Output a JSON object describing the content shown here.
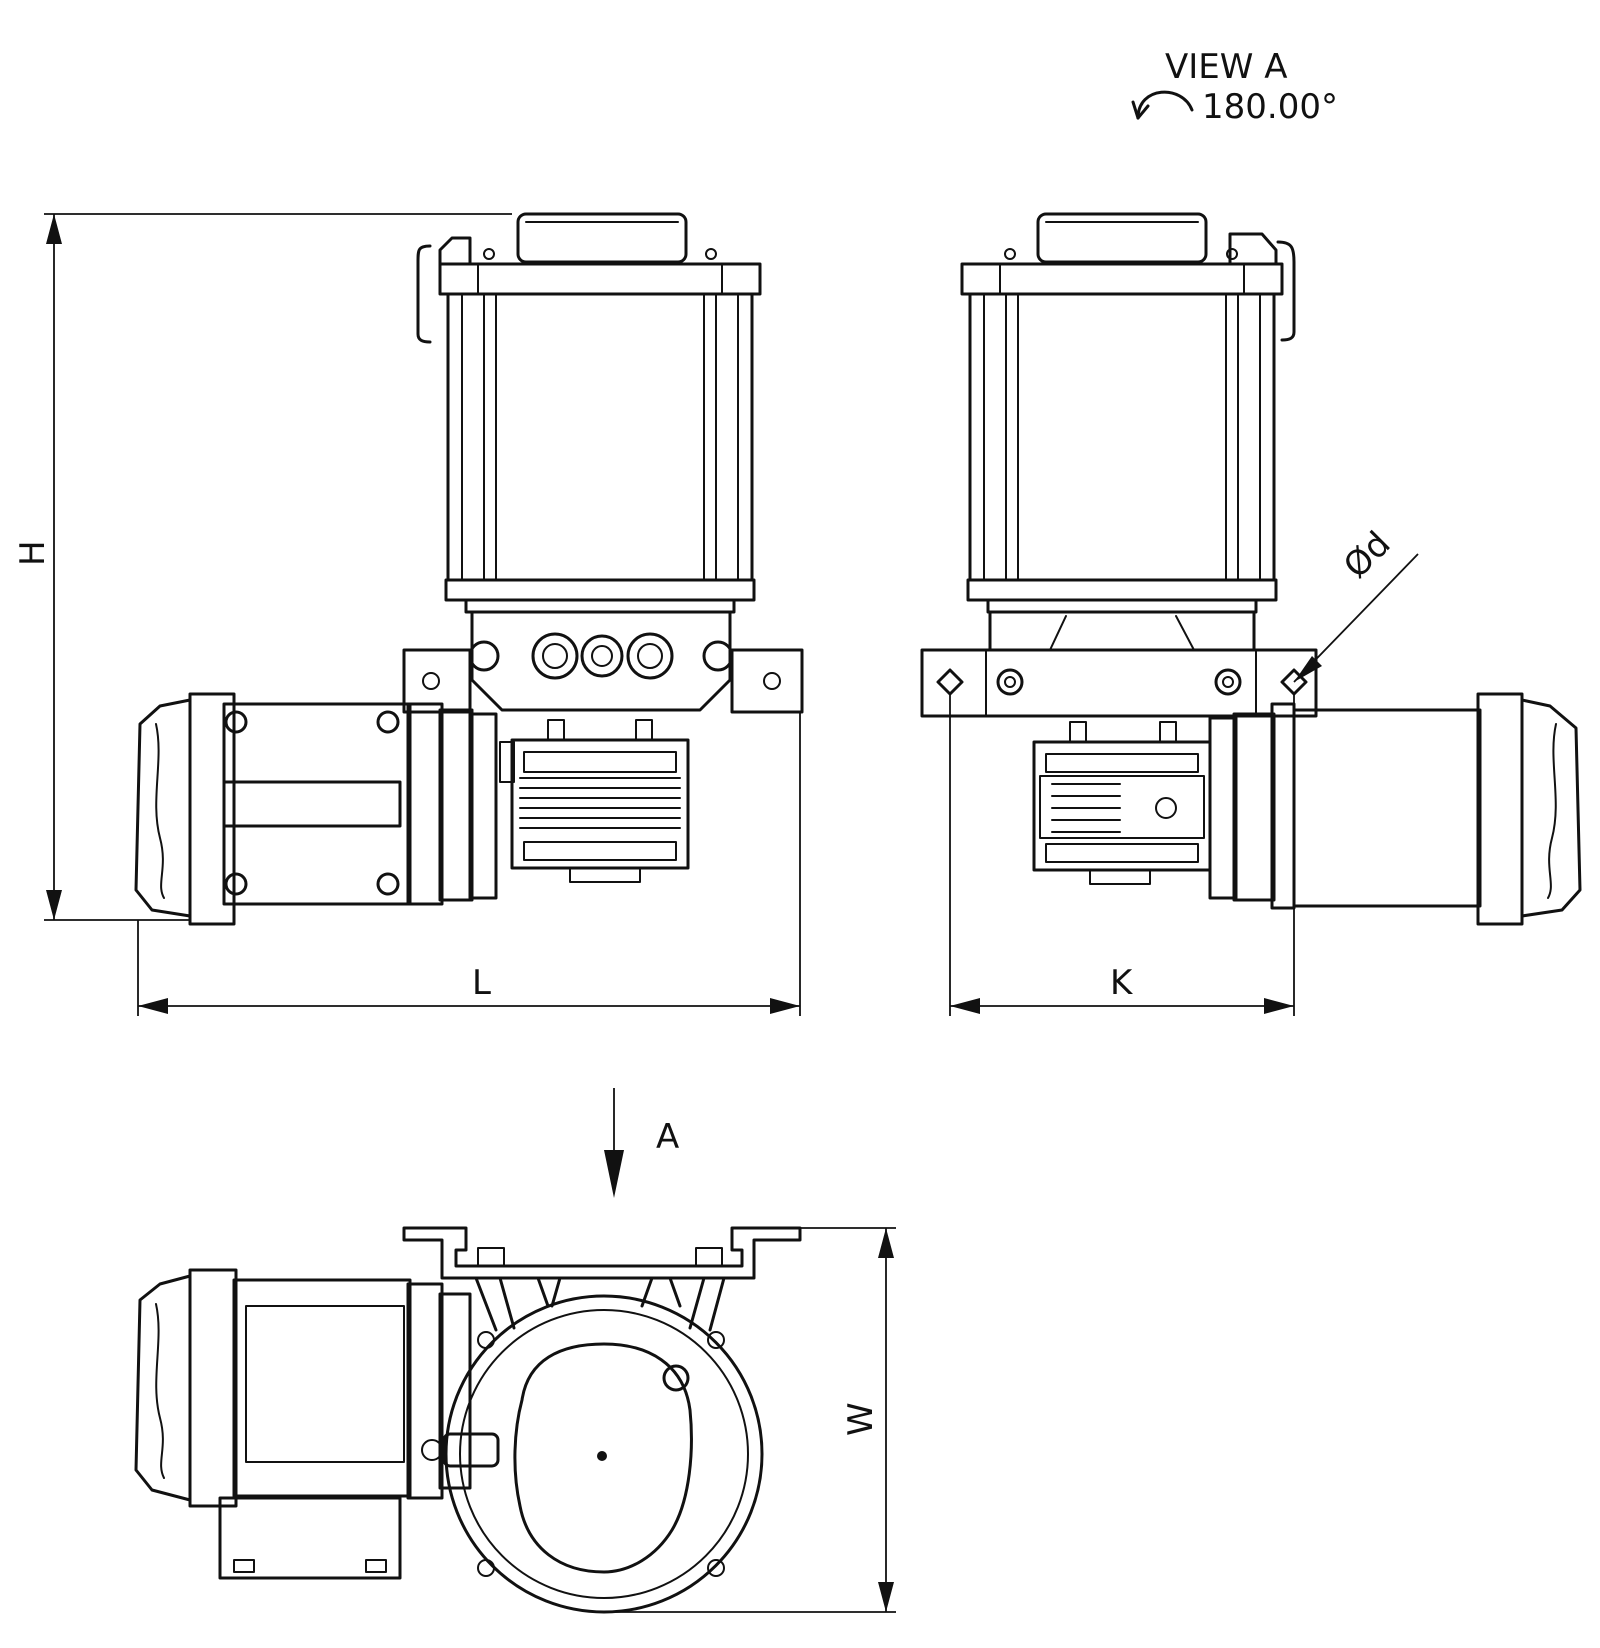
{
  "view_note": {
    "title": "VIEW A",
    "angle": "180.00°"
  },
  "dimensions": {
    "height": "H",
    "length": "L",
    "distance": "K",
    "hole_diameter": "Ød",
    "width": "W"
  },
  "view_arrow": "A",
  "colors": {
    "line": "#111111",
    "background": "#ffffff"
  }
}
